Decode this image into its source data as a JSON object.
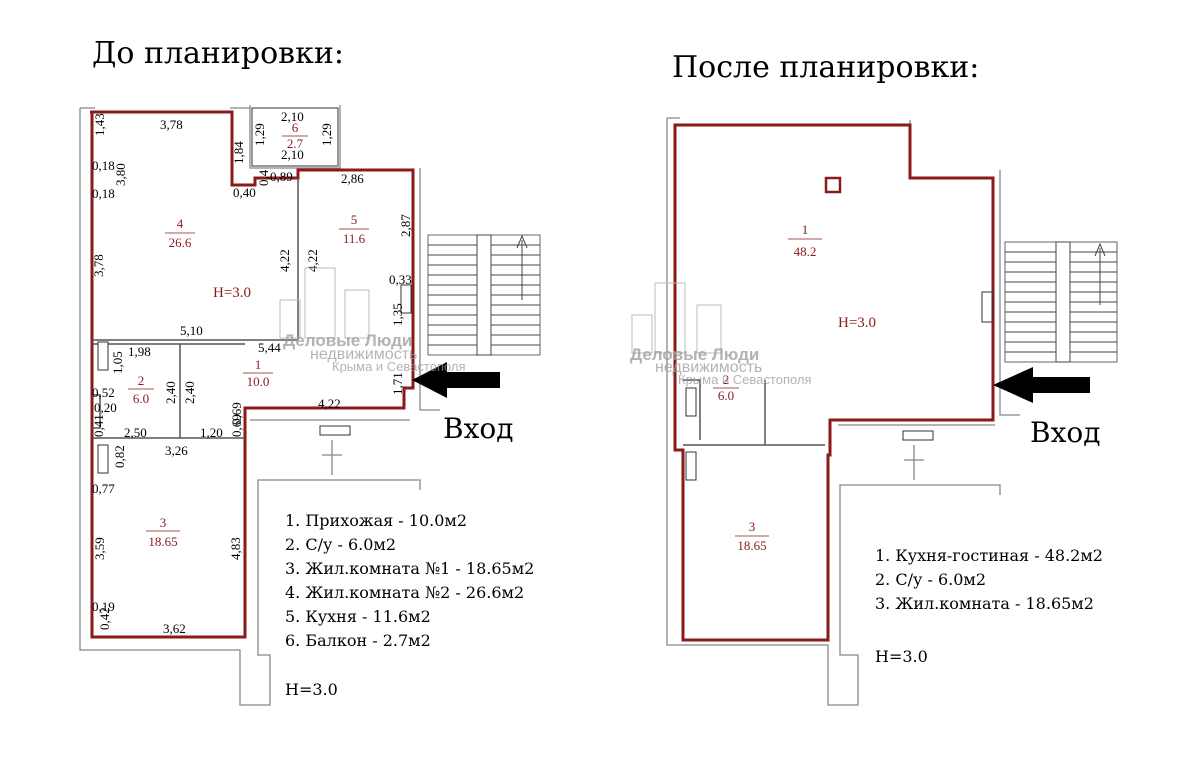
{
  "titles": {
    "before": "До планировки:",
    "after": "После планировки:"
  },
  "entry_label": "Вход",
  "height_label": "H=3.0",
  "height_label_alt": "Н=3.0",
  "watermark": {
    "line1": "Деловые Люди",
    "line2": "недвижимость",
    "line3": "Крыма и Севастополя"
  },
  "before": {
    "rooms": [
      {
        "num": "1",
        "area": "10.0"
      },
      {
        "num": "2",
        "area": "6.0"
      },
      {
        "num": "3",
        "area": "18.65"
      },
      {
        "num": "4",
        "area": "26.6"
      },
      {
        "num": "5",
        "area": "11.6"
      },
      {
        "num": "6",
        "area": "2.7"
      }
    ],
    "dimensions": [
      "1,43",
      "3,78",
      "1,84",
      "1,29",
      "2,10",
      "2,10",
      "1,29",
      "0,18",
      "3,80",
      "0,18",
      "0,40",
      "0,4",
      "0,89",
      "2,86",
      "2,87",
      "3,78",
      "4,22",
      "4,22",
      "0,33",
      "1,35",
      "5,10",
      "5,44",
      "1,98",
      "1,05",
      "2,40",
      "2,40",
      "1,71",
      "0,52",
      "0,20",
      "0,41",
      "0,69",
      "4,22",
      "2,50",
      "1,20",
      "0,69",
      "3,26",
      "0,82",
      "0,77",
      "3,59",
      "4,83",
      "0,19",
      "0,42",
      "3,62"
    ],
    "legend": [
      "1. Прихожая - 10.0м2",
      "2. С/у - 6.0м2",
      "3. Жил.комната №1 - 18.65м2",
      "4. Жил.комната №2 - 26.6м2",
      "5. Кухня - 11.6м2",
      "6. Балкон - 2.7м2"
    ]
  },
  "after": {
    "rooms": [
      {
        "num": "1",
        "area": "48.2"
      },
      {
        "num": "2",
        "area": "6.0"
      },
      {
        "num": "3",
        "area": "18.65"
      }
    ],
    "legend": [
      "1. Кухня-гостиная - 48.2м2",
      "2. С/у - 6.0м2",
      "3. Жил.комната - 18.65м2"
    ]
  }
}
